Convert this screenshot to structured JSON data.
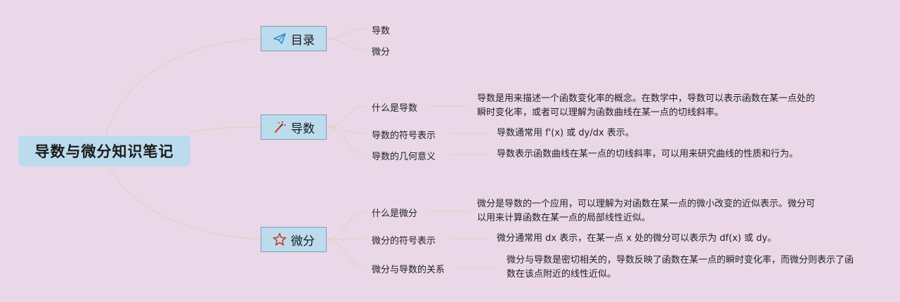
{
  "root": {
    "title": "导数与微分知识笔记"
  },
  "branches": [
    {
      "label": "目录",
      "icon": "paper-plane-icon",
      "items": [
        {
          "label": "导数"
        },
        {
          "label": "微分"
        }
      ]
    },
    {
      "label": "导数",
      "icon": "magic-wand-icon",
      "items": [
        {
          "label": "什么是导数",
          "desc": "导数是用来描述一个函数变化率的概念。在数学中，导数可以表示函数在某一点处的瞬时变化率，或者可以理解为函数曲线在某一点的切线斜率。"
        },
        {
          "label": "导数的符号表示",
          "desc": "导数通常用 f'(x) 或 dy/dx 表示。"
        },
        {
          "label": "导数的几何意义",
          "desc": "导数表示函数曲线在某一点的切线斜率，可以用来研究曲线的性质和行为。"
        }
      ]
    },
    {
      "label": "微分",
      "icon": "star-icon",
      "items": [
        {
          "label": "什么是微分",
          "desc": "微分是导数的一个应用，可以理解为对函数在某一点的微小改变的近似表示。微分可以用来计算函数在某一点的局部线性近似。"
        },
        {
          "label": "微分的符号表示",
          "desc": "微分通常用 dx 表示，在某一点 x 处的微分可以表示为 df(x) 或 dy。"
        },
        {
          "label": "微分与导数的关系",
          "desc": "微分与导数是密切相关的，导数反映了函数在某一点的瞬时变化率，而微分则表示了函数在该点附近的线性近似。"
        }
      ]
    }
  ],
  "colors": {
    "background": "#ead8e8",
    "node_fill": "#bcdcee",
    "node_border": "#7d9fb4",
    "connector": "#e6cfc0",
    "plane_icon": "#2f8fd6",
    "wand_icon": "#d5432f",
    "star_icon": "#d23a2e"
  }
}
